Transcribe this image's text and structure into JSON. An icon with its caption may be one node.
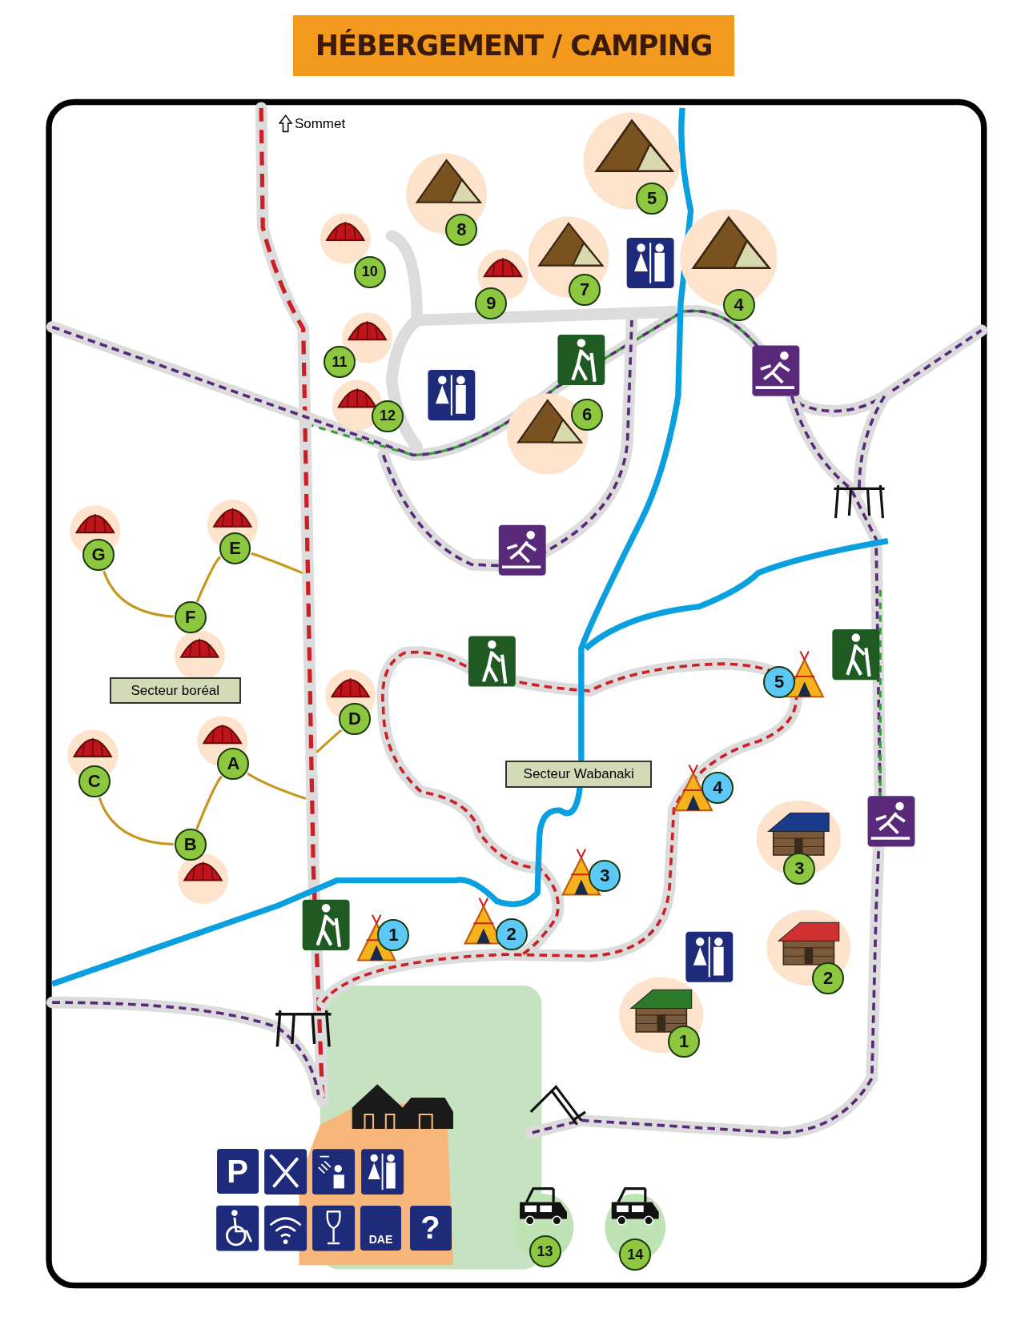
{
  "diagram": {
    "title": "HÉBERGEMENT / CAMPING",
    "nodes": [
      {
        "text": [
          "5"
        ]
      },
      {
        "text": [
          "8"
        ]
      },
      {
        "text": [
          "10"
        ]
      },
      {
        "text": [
          "7"
        ]
      },
      {
        "text": [
          "9"
        ]
      },
      {
        "text": [
          "4"
        ]
      },
      {
        "text": [
          "11"
        ]
      },
      {
        "text": [
          "6"
        ]
      },
      {
        "text": [
          "12"
        ]
      },
      {
        "text": [
          "E"
        ]
      },
      {
        "text": [
          "G"
        ]
      },
      {
        "text": [
          "F"
        ]
      },
      {
        "text": [
          "5"
        ]
      },
      {
        "text": [
          "Secteur boréal"
        ]
      },
      {
        "text": [
          "D"
        ]
      },
      {
        "text": [
          "A"
        ]
      },
      {
        "text": [
          "Secteur Wabanaki"
        ]
      },
      {
        "text": [
          "C"
        ]
      },
      {
        "text": [
          "4"
        ]
      },
      {
        "text": [
          "B"
        ]
      },
      {
        "text": [
          "3"
        ]
      },
      {
        "text": [
          "3"
        ]
      },
      {
        "text": [
          "2"
        ]
      },
      {
        "text": [
          "1"
        ]
      },
      {
        "text": [
          "2"
        ]
      },
      {
        "text": [
          "1"
        ]
      },
      {
        "text": [
          "P"
        ]
      },
      {
        "text": [
          "DAE"
        ]
      },
      {
        "text": [
          "?"
        ]
      },
      {
        "text": [
          "13"
        ]
      },
      {
        "text": [
          "14"
        ]
      },
      {
        "text": [],
        "shape": "trail"
      }
    ],
    "edges": [
      {
        "from": 10,
        "to": 11,
        "arrow": "none"
      },
      {
        "from": 11,
        "to": 9,
        "arrow": "none"
      },
      {
        "from": 9,
        "to": 31,
        "arrow": "none"
      },
      {
        "from": 14,
        "to": 31,
        "arrow": "none"
      },
      {
        "from": 17,
        "to": 19,
        "arrow": "none"
      },
      {
        "from": 19,
        "to": 15,
        "arrow": "none"
      },
      {
        "from": 15,
        "to": 31,
        "arrow": "none"
      }
    ],
    "labels": [
      "Sommet"
    ]
  }
}
